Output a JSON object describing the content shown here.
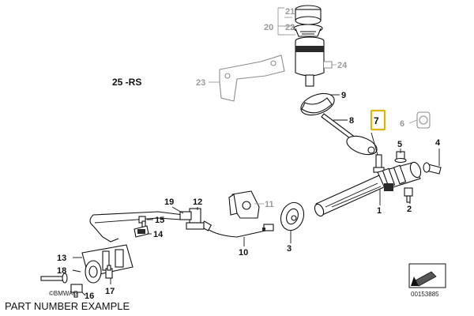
{
  "diagram": {
    "group_label": "25 -RS",
    "highlight_color": "#e2b300",
    "highlighted_part": "7",
    "callouts": [
      {
        "id": "c1",
        "label": "1",
        "tone": "dark"
      },
      {
        "id": "c2",
        "label": "2",
        "tone": "dark"
      },
      {
        "id": "c3",
        "label": "3",
        "tone": "dark"
      },
      {
        "id": "c4",
        "label": "4",
        "tone": "dark"
      },
      {
        "id": "c5",
        "label": "5",
        "tone": "dark"
      },
      {
        "id": "c6",
        "label": "6",
        "tone": "grey"
      },
      {
        "id": "c7",
        "label": "7",
        "tone": "dark"
      },
      {
        "id": "c8",
        "label": "8",
        "tone": "dark"
      },
      {
        "id": "c9",
        "label": "9",
        "tone": "dark"
      },
      {
        "id": "c10",
        "label": "10",
        "tone": "dark"
      },
      {
        "id": "c11",
        "label": "11",
        "tone": "grey"
      },
      {
        "id": "c12",
        "label": "12",
        "tone": "dark"
      },
      {
        "id": "c13",
        "label": "13",
        "tone": "dark"
      },
      {
        "id": "c14",
        "label": "14",
        "tone": "dark"
      },
      {
        "id": "c15",
        "label": "15",
        "tone": "dark"
      },
      {
        "id": "c16",
        "label": "16",
        "tone": "dark"
      },
      {
        "id": "c17",
        "label": "17",
        "tone": "dark"
      },
      {
        "id": "c18",
        "label": "18",
        "tone": "dark"
      },
      {
        "id": "c19",
        "label": "19",
        "tone": "dark"
      },
      {
        "id": "c20",
        "label": "20",
        "tone": "grey"
      },
      {
        "id": "c21",
        "label": "21",
        "tone": "grey"
      },
      {
        "id": "c22",
        "label": "22",
        "tone": "grey"
      },
      {
        "id": "c23",
        "label": "23",
        "tone": "grey"
      },
      {
        "id": "c24",
        "label": "24",
        "tone": "grey"
      }
    ],
    "watermark": "©BMWAG",
    "diagram_number": "00153885",
    "caption": "PART NUMBER EXAMPLE"
  }
}
